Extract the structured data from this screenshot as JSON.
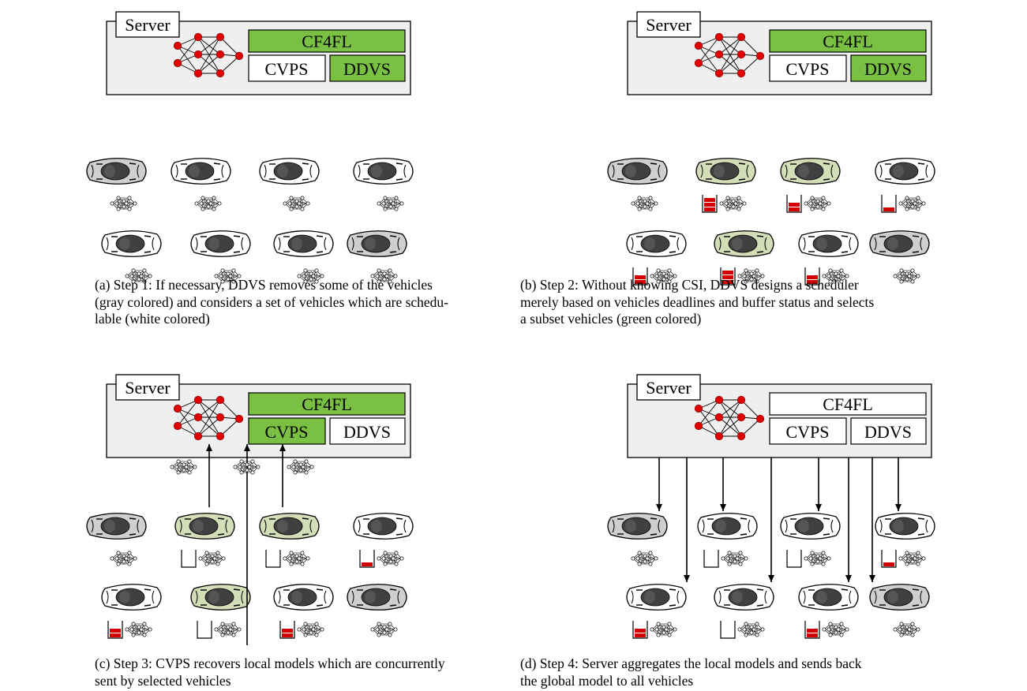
{
  "colors": {
    "green": "#7ac143",
    "car_green": "#d3ddb7",
    "car_gray": "#cfcfcf",
    "car_white": "#ffffff",
    "server_bg": "#efefef",
    "node_red": "#e00000",
    "buffer_red": "#d40000"
  },
  "server_label": "Server",
  "block_labels": {
    "cf4fl": "CF4FL",
    "cvps": "CVPS",
    "ddvs": "DDVS"
  },
  "panels": [
    {
      "id": "a",
      "highlight": {
        "cf4fl": true,
        "cvps": false,
        "ddvs": true
      },
      "caption_lines": [
        "(a) Step 1: If necessary, DDVS removes some of the vehicles",
        "(gray colored) and considers a set of vehicles which are schedu-",
        "lable (white colored)"
      ],
      "vehicles": [
        {
          "state": "gray",
          "buffer": "none"
        },
        {
          "state": "white",
          "buffer": "none"
        },
        {
          "state": "white",
          "buffer": "none"
        },
        {
          "state": "white",
          "buffer": "none"
        },
        {
          "state": "white",
          "buffer": "none"
        },
        {
          "state": "white",
          "buffer": "none"
        },
        {
          "state": "white",
          "buffer": "none"
        },
        {
          "state": "gray",
          "buffer": "none"
        }
      ]
    },
    {
      "id": "b",
      "highlight": {
        "cf4fl": true,
        "cvps": false,
        "ddvs": true
      },
      "caption_lines": [
        "(b) Step 2: Without knowing CSI, DDVS designs a scheduler",
        "merely based on vehicles deadlines and buffer status and selects",
        "a subset vehicles (green colored)"
      ],
      "vehicles": [
        {
          "state": "gray",
          "buffer": "none"
        },
        {
          "state": "green",
          "buffer": "full"
        },
        {
          "state": "green",
          "buffer": "half"
        },
        {
          "state": "white",
          "buffer": "low"
        },
        {
          "state": "white",
          "buffer": "half"
        },
        {
          "state": "green",
          "buffer": "full"
        },
        {
          "state": "white",
          "buffer": "half"
        },
        {
          "state": "gray",
          "buffer": "none"
        }
      ]
    },
    {
      "id": "c",
      "highlight": {
        "cf4fl": true,
        "cvps": true,
        "ddvs": false
      },
      "caption_lines": [
        "(c) Step 3: CVPS recovers local models which are concurrently",
        "sent by selected vehicles"
      ],
      "vehicles": [
        {
          "state": "gray",
          "buffer": "none"
        },
        {
          "state": "green",
          "buffer": "empty"
        },
        {
          "state": "green",
          "buffer": "empty"
        },
        {
          "state": "white",
          "buffer": "low"
        },
        {
          "state": "white",
          "buffer": "half"
        },
        {
          "state": "green",
          "buffer": "empty"
        },
        {
          "state": "white",
          "buffer": "half"
        },
        {
          "state": "gray",
          "buffer": "none"
        }
      ]
    },
    {
      "id": "d",
      "highlight": {
        "cf4fl": false,
        "cvps": false,
        "ddvs": false
      },
      "caption_lines": [
        "(d) Step 4: Server aggregates the local models and sends back",
        "the global model to all vehicles"
      ],
      "vehicles": [
        {
          "state": "gray",
          "buffer": "none"
        },
        {
          "state": "white",
          "buffer": "empty"
        },
        {
          "state": "white",
          "buffer": "empty"
        },
        {
          "state": "white",
          "buffer": "low"
        },
        {
          "state": "white",
          "buffer": "half"
        },
        {
          "state": "white",
          "buffer": "empty"
        },
        {
          "state": "white",
          "buffer": "half"
        },
        {
          "state": "gray",
          "buffer": "none"
        }
      ]
    }
  ]
}
